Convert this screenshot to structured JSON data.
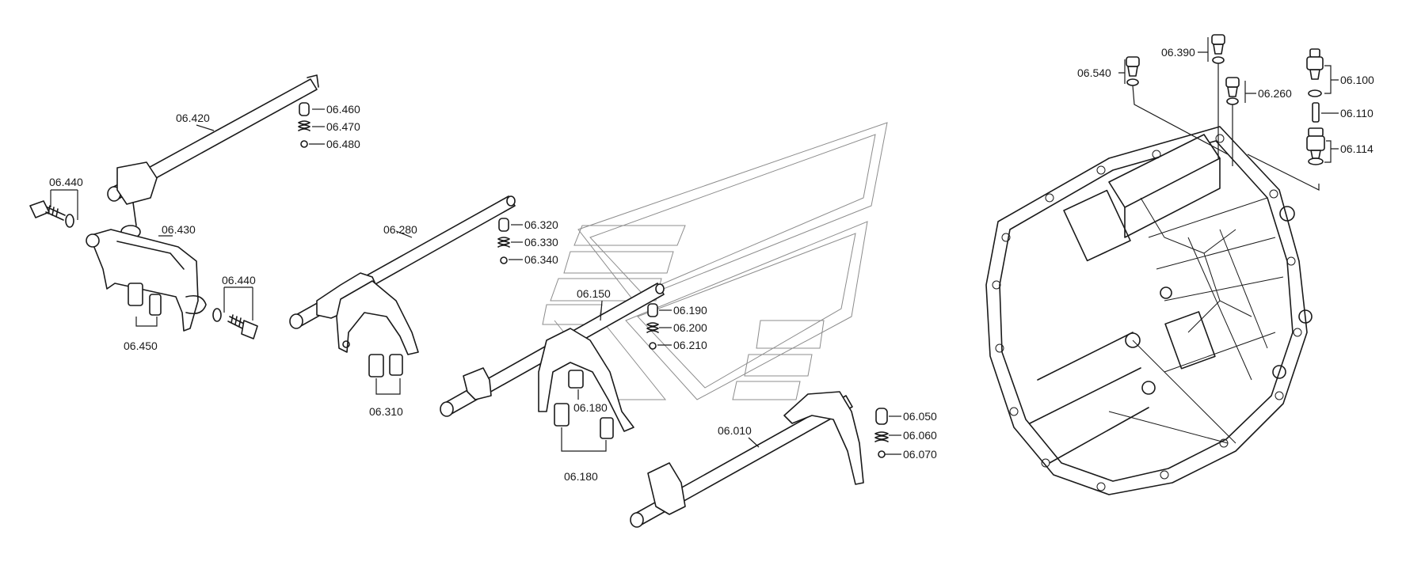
{
  "callouts": {
    "c06_420": "06.420",
    "c06_460": "06.460",
    "c06_470": "06.470",
    "c06_480": "06.480",
    "c06_440_top": "06.440",
    "c06_430": "06.430",
    "c06_440_right": "06.440",
    "c06_450": "06.450",
    "c06_280": "06.280",
    "c06_320": "06.320",
    "c06_330": "06.330",
    "c06_340": "06.340",
    "c06_310": "06.310",
    "c06_150": "06.150",
    "c06_190": "06.190",
    "c06_200": "06.200",
    "c06_210": "06.210",
    "c06_180_upper": "06.180",
    "c06_180_lower": "06.180",
    "c06_010": "06.010",
    "c06_050": "06.050",
    "c06_060": "06.060",
    "c06_070": "06.070",
    "c06_540": "06.540",
    "c06_390": "06.390",
    "c06_260": "06.260",
    "c06_100": "06.100",
    "c06_110": "06.110",
    "c06_114": "06.114"
  },
  "colors": {
    "line": "#1a1a1a",
    "watermark": "#8c8c8c",
    "background": "#ffffff"
  }
}
